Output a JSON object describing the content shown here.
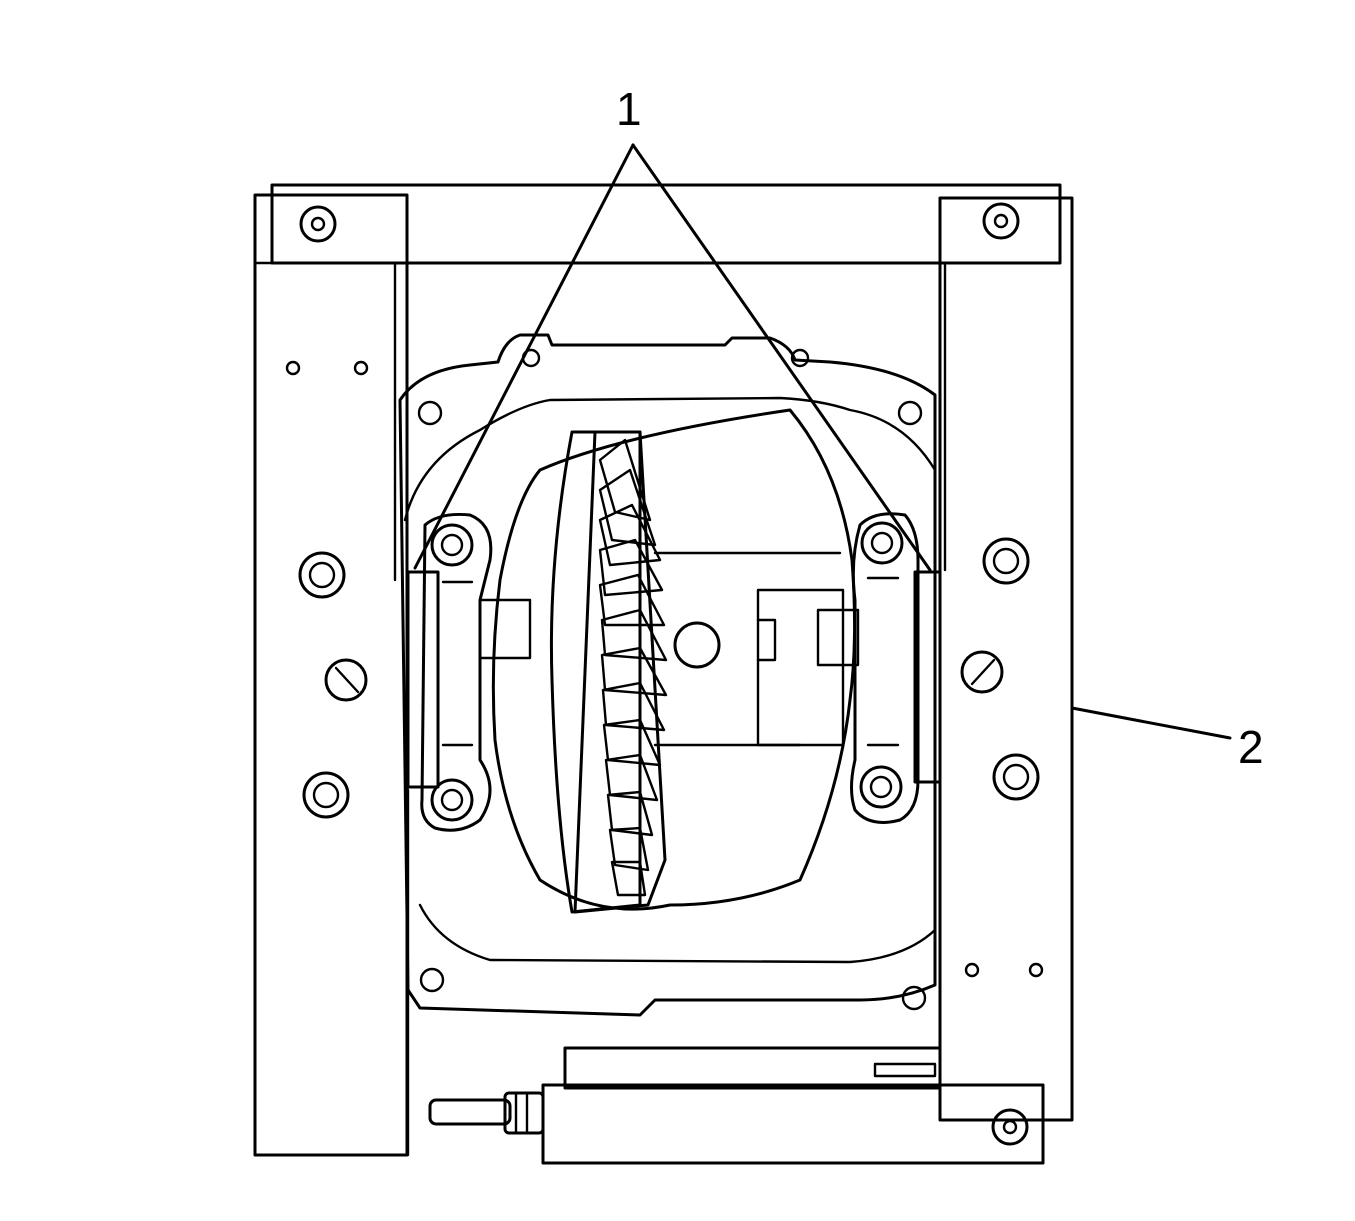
{
  "figure": {
    "colors": {
      "line": "#000000",
      "background": "#ffffff",
      "stipple": "#9a9a9a"
    },
    "callouts": [
      {
        "id": "1",
        "label": "1"
      },
      {
        "id": "2",
        "label": "2"
      }
    ]
  }
}
